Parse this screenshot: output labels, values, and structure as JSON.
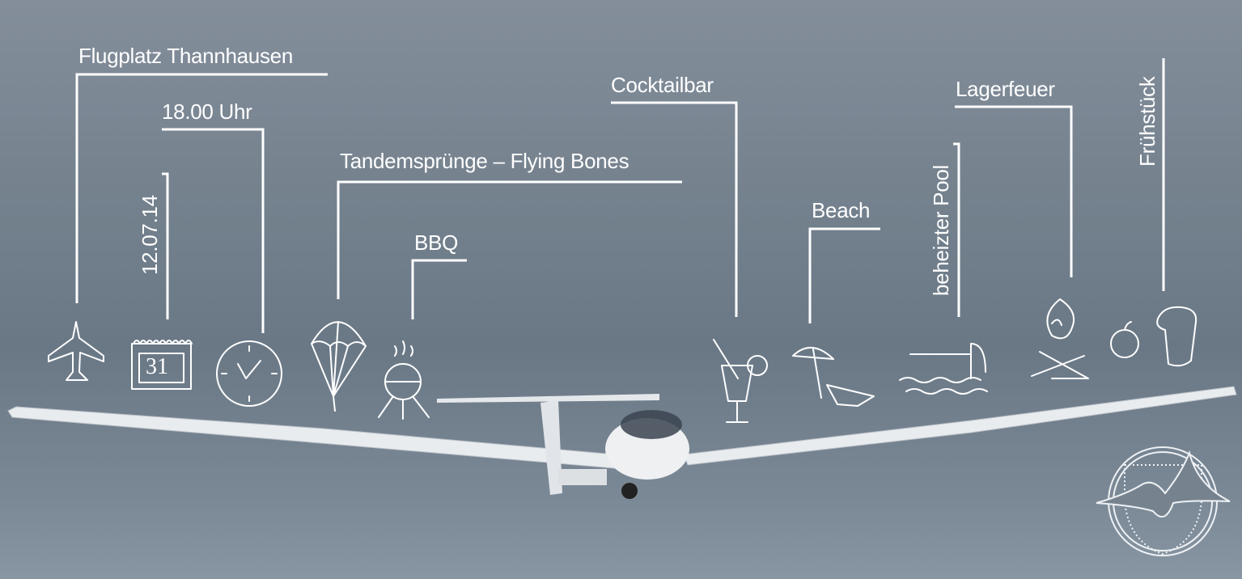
{
  "labels": {
    "venue": "Flugplatz Thannhausen",
    "time": "18.00 Uhr",
    "date": "12.07.14",
    "tandem": "Tandemsprünge – Flying Bones",
    "bbq": "BBQ",
    "cocktail": "Cocktailbar",
    "beach": "Beach",
    "pool": "beheizter Pool",
    "campfire": "Lagerfeuer",
    "breakfast": "Frühstück"
  },
  "calendar_day": "31",
  "colors": {
    "line": "#ffffff",
    "sky": "#76838f"
  }
}
